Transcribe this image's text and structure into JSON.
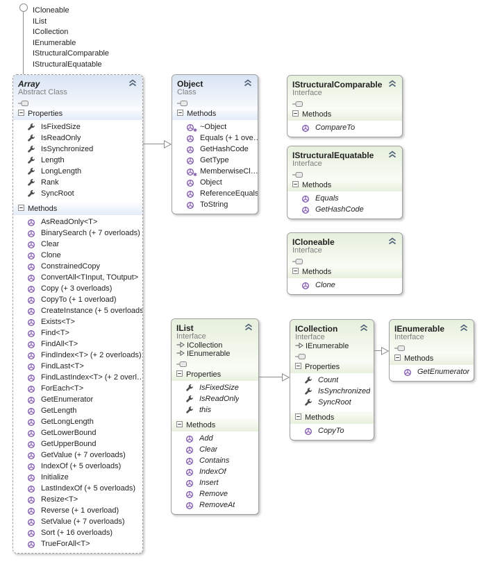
{
  "diagram": {
    "lollipop": {
      "interfaces": [
        "ICloneable",
        "IList",
        "ICollection",
        "IEnumerable",
        "IStructuralComparable",
        "IStructuralEquatable"
      ]
    },
    "colors": {
      "class_header_top": "#d9e4f3",
      "interface_header_top": "#e6efdc",
      "border": "#9f9f9f",
      "connector": "#8c8c8c",
      "method_icon": "#7a52aa",
      "property_icon": "#4d4d4d",
      "subtitle_text": "#7e7e7e"
    },
    "connectors": [
      {
        "from": "array",
        "to": "object"
      },
      {
        "from": "ilist",
        "to": "icollection"
      },
      {
        "from": "icollection",
        "to": "ienumerable"
      }
    ],
    "boxes": [
      {
        "id": "array",
        "title": "Array",
        "subtitle": "Abstract Class",
        "kind": "class",
        "abstract": true,
        "implements": [],
        "sections": [
          {
            "label": "Properties",
            "items": [
              {
                "name": "IsFixedSize"
              },
              {
                "name": "IsReadOnly"
              },
              {
                "name": "IsSynchronized"
              },
              {
                "name": "Length"
              },
              {
                "name": "LongLength"
              },
              {
                "name": "Rank"
              },
              {
                "name": "SyncRoot"
              }
            ]
          },
          {
            "label": "Methods",
            "items": [
              {
                "name": "AsReadOnly<T>"
              },
              {
                "name": "BinarySearch (+ 7 overloads)"
              },
              {
                "name": "Clear"
              },
              {
                "name": "Clone"
              },
              {
                "name": "ConstrainedCopy"
              },
              {
                "name": "ConvertAll<TInput, TOutput>"
              },
              {
                "name": "Copy (+ 3 overloads)"
              },
              {
                "name": "CopyTo (+ 1 overload)"
              },
              {
                "name": "CreateInstance (+ 5 overloads)"
              },
              {
                "name": "Exists<T>"
              },
              {
                "name": "Find<T>"
              },
              {
                "name": "FindAll<T>"
              },
              {
                "name": "FindIndex<T> (+ 2 overloads)"
              },
              {
                "name": "FindLast<T>"
              },
              {
                "name": "FindLastIndex<T> (+ 2 overl…"
              },
              {
                "name": "ForEach<T>"
              },
              {
                "name": "GetEnumerator"
              },
              {
                "name": "GetLength"
              },
              {
                "name": "GetLongLength"
              },
              {
                "name": "GetLowerBound"
              },
              {
                "name": "GetUpperBound"
              },
              {
                "name": "GetValue (+ 7 overloads)"
              },
              {
                "name": "IndexOf (+ 5 overloads)"
              },
              {
                "name": "Initialize"
              },
              {
                "name": "LastIndexOf (+ 5 overloads)"
              },
              {
                "name": "Resize<T>"
              },
              {
                "name": "Reverse (+ 1 overload)"
              },
              {
                "name": "SetValue (+ 7 overloads)"
              },
              {
                "name": "Sort (+ 16 overloads)"
              },
              {
                "name": "TrueForAll<T>"
              }
            ]
          }
        ]
      },
      {
        "id": "object",
        "title": "Object",
        "subtitle": "Class",
        "kind": "class",
        "abstract": false,
        "implements": [],
        "sections": [
          {
            "label": "Methods",
            "items": [
              {
                "name": "~Object",
                "star": true
              },
              {
                "name": "Equals (+ 1 ove…"
              },
              {
                "name": "GetHashCode"
              },
              {
                "name": "GetType"
              },
              {
                "name": "MemberwiseCl…",
                "star": true
              },
              {
                "name": "Object"
              },
              {
                "name": "ReferenceEquals"
              },
              {
                "name": "ToString"
              }
            ]
          }
        ]
      },
      {
        "id": "istructuralcomparable",
        "title": "IStructuralComparable",
        "subtitle": "Interface",
        "kind": "interface",
        "abstract": false,
        "implements": [],
        "sections": [
          {
            "label": "Methods",
            "items": [
              {
                "name": "CompareTo"
              }
            ]
          }
        ]
      },
      {
        "id": "istructuralequatable",
        "title": "IStructuralEquatable",
        "subtitle": "Interface",
        "kind": "interface",
        "abstract": false,
        "implements": [],
        "sections": [
          {
            "label": "Methods",
            "items": [
              {
                "name": "Equals"
              },
              {
                "name": "GetHashCode"
              }
            ]
          }
        ]
      },
      {
        "id": "icloneable",
        "title": "ICloneable",
        "subtitle": "Interface",
        "kind": "interface",
        "abstract": false,
        "implements": [],
        "sections": [
          {
            "label": "Methods",
            "items": [
              {
                "name": "Clone"
              }
            ]
          }
        ]
      },
      {
        "id": "ilist",
        "title": "IList",
        "subtitle": "Interface",
        "kind": "interface",
        "abstract": false,
        "implements": [
          "ICollection",
          "IEnumerable"
        ],
        "sections": [
          {
            "label": "Properties",
            "items": [
              {
                "name": "IsFixedSize"
              },
              {
                "name": "IsReadOnly"
              },
              {
                "name": "this"
              }
            ]
          },
          {
            "label": "Methods",
            "items": [
              {
                "name": "Add"
              },
              {
                "name": "Clear"
              },
              {
                "name": "Contains"
              },
              {
                "name": "IndexOf"
              },
              {
                "name": "Insert"
              },
              {
                "name": "Remove"
              },
              {
                "name": "RemoveAt"
              }
            ]
          }
        ]
      },
      {
        "id": "icollection",
        "title": "ICollection",
        "subtitle": "Interface",
        "kind": "interface",
        "abstract": false,
        "implements": [
          "IEnumerable"
        ],
        "sections": [
          {
            "label": "Properties",
            "items": [
              {
                "name": "Count"
              },
              {
                "name": "IsSynchronized"
              },
              {
                "name": "SyncRoot"
              }
            ]
          },
          {
            "label": "Methods",
            "items": [
              {
                "name": "CopyTo"
              }
            ]
          }
        ]
      },
      {
        "id": "ienumerable",
        "title": "IEnumerable",
        "subtitle": "Interface",
        "kind": "interface",
        "abstract": false,
        "implements": [],
        "sections": [
          {
            "label": "Methods",
            "items": [
              {
                "name": "GetEnumerator"
              }
            ]
          }
        ]
      }
    ]
  }
}
